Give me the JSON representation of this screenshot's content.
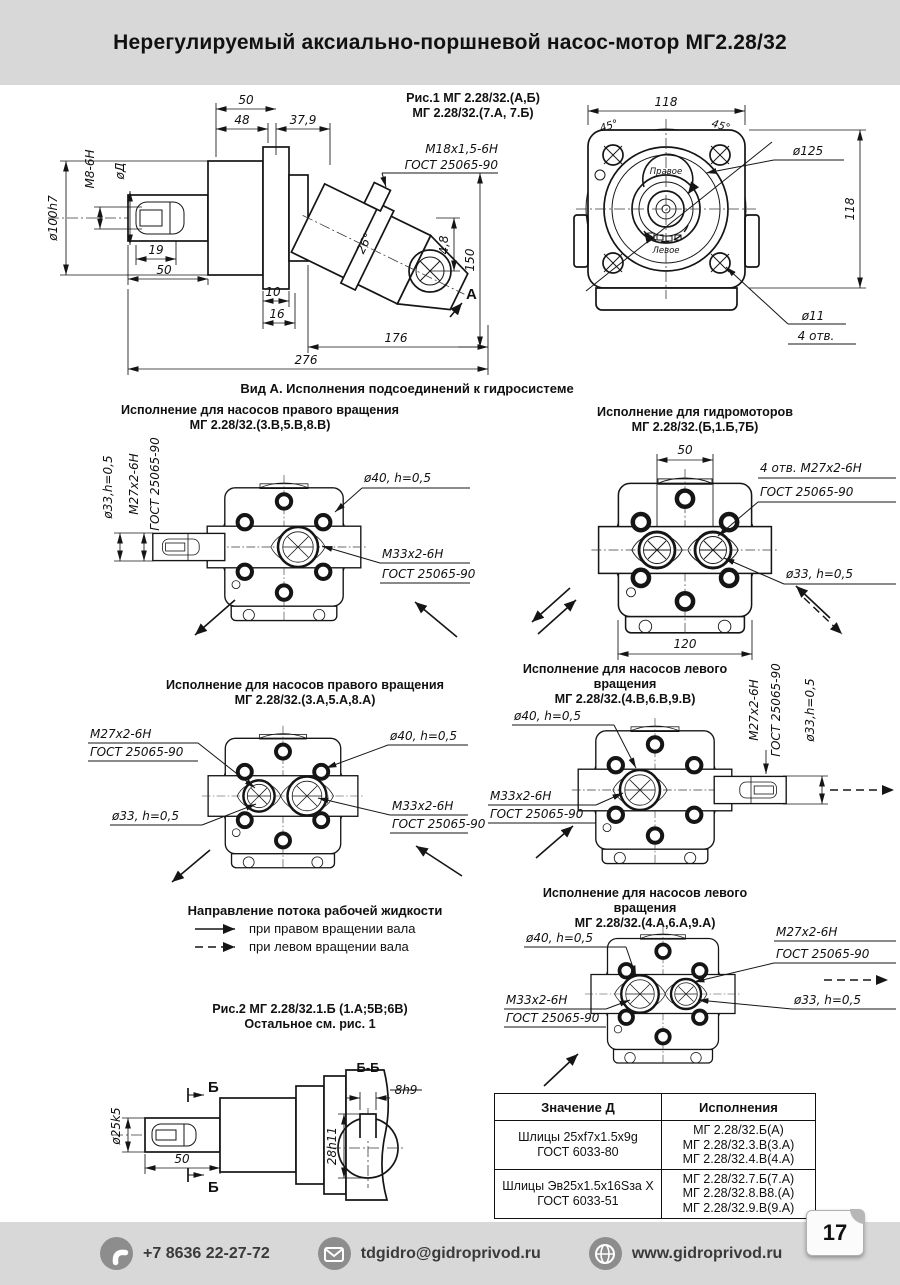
{
  "page": {
    "title": "Нерегулируемый аксиально-поршневой насос-мотор МГ2.28/32",
    "number": "17"
  },
  "fig1": {
    "caption_line1": "Рис.1 МГ 2.28/32.(А,Б)",
    "caption_line2": "МГ 2.28/32.(7.А, 7.Б)",
    "side": {
      "d50a": "50",
      "d48": "48",
      "d379": "37,9",
      "d100": "ø100h7",
      "m8": "М8-6Н",
      "dD": "øД",
      "d19": "19",
      "d50b": "50",
      "d10": "10",
      "d16": "16",
      "d176": "176",
      "d276": "276",
      "thread": "М18х1,5-6Н",
      "thread_gost": "ГОСТ 25065-90",
      "angle": "26°",
      "d48v": "4,8",
      "d150": "150",
      "view_a": "А"
    },
    "front": {
      "w118": "118",
      "a45l": "45°",
      "a45r": "45°",
      "d125": "ø125",
      "h118": "118",
      "d11": "ø11",
      "holes": "4 отв.",
      "rot_right": "Правое",
      "rot_left": "Левое"
    }
  },
  "vid_a_title": "Вид А. Исполнения подсоединений к гидросистеме",
  "views": {
    "v1": {
      "title": "Исполнение для насосов правого вращения",
      "subtitle": "МГ 2.28/32.(3.В,5.В,8.В)",
      "labels": {
        "d33": "ø33,h=0,5",
        "m27": "М27х2-6Н",
        "gost27": "ГОСТ 25065-90",
        "d40": "ø40, h=0,5",
        "m33": "М33х2-6Н",
        "gost33": "ГОСТ 25065-90"
      }
    },
    "v2": {
      "title": "Исполнение для гидромоторов",
      "subtitle": "МГ 2.28/32.(Б,1.Б,7Б)",
      "labels": {
        "d50": "50",
        "holes": "4 отв. М27х2-6Н",
        "gost": "ГОСТ 25065-90",
        "d33": "ø33, h=0,5",
        "d120": "120"
      }
    },
    "v3": {
      "title": "Исполнение для насосов правого вращения",
      "subtitle": "МГ 2.28/32.(3.А,5.А,8.А)",
      "labels": {
        "m27": "М27х2-6Н",
        "gost27": "ГОСТ 25065-90",
        "d40": "ø40, h=0,5",
        "d33": "ø33, h=0,5",
        "m33": "М33х2-6Н",
        "gost33": "ГОСТ 25065-90"
      }
    },
    "v4": {
      "title": "Исполнение для насосов левого вращения",
      "subtitle": "МГ 2.28/32.(4.В,6.В,9.В)",
      "labels": {
        "d40": "ø40, h=0,5",
        "m33": "М33х2-6Н",
        "gost33": "ГОСТ 25065-90",
        "m27": "М27х2-6Н",
        "gost27": "ГОСТ 25065-90",
        "d33": "ø33,h=0,5"
      }
    },
    "v5": {
      "title": "Исполнение для насосов левого вращения",
      "subtitle": "МГ 2.28/32.(4.А,6.А,9.А)",
      "labels": {
        "d40": "ø40, h=0,5",
        "m27": "М27х2-6Н",
        "gost27": "ГОСТ 25065-90",
        "m33": "М33х2-6Н",
        "gost33": "ГОСТ 25065-90",
        "d33": "ø33, h=0,5"
      }
    }
  },
  "legend": {
    "title": "Направление потока рабочей жидкости",
    "solid_label": "при правом вращении вала",
    "dashed_label": "при левом вращении вала"
  },
  "fig2": {
    "caption_line1": "Рис.2 МГ 2.28/32.1.Б (1.А;5В;6В)",
    "caption_line2": "Остальное см. рис. 1",
    "dims": {
      "d25": "ø25k5",
      "b_top": "Б",
      "b_bottom": "Б",
      "d50": "50",
      "section": "Б-Б",
      "d28": "28h11",
      "d8": "8h9"
    }
  },
  "table": {
    "headers": [
      "Значение Д",
      "Исполнения"
    ],
    "rows": [
      {
        "value_line1": "Шлицы 25хf7х1.5х9g",
        "value_line2": "ГОСТ 6033-80",
        "executions": [
          "МГ 2.28/32.Б(А)",
          "МГ 2.28/32.3.В(3.А)",
          "МГ 2.28/32.4.В(4.А)"
        ]
      },
      {
        "value_line1": "Шлицы Эв25х1.5х16Sза Х",
        "value_line2": "ГОСТ 6033-51",
        "executions": [
          "МГ 2.28/32.7.Б(7.А)",
          "МГ 2.28/32.8.В8.(А)",
          "МГ 2.28/32.9.В(9.А)"
        ]
      }
    ]
  },
  "footer": {
    "phone": "+7 8636 22-27-72",
    "email": "tdgidro@gidroprivod.ru",
    "website": "www.gidroprivod.ru"
  }
}
